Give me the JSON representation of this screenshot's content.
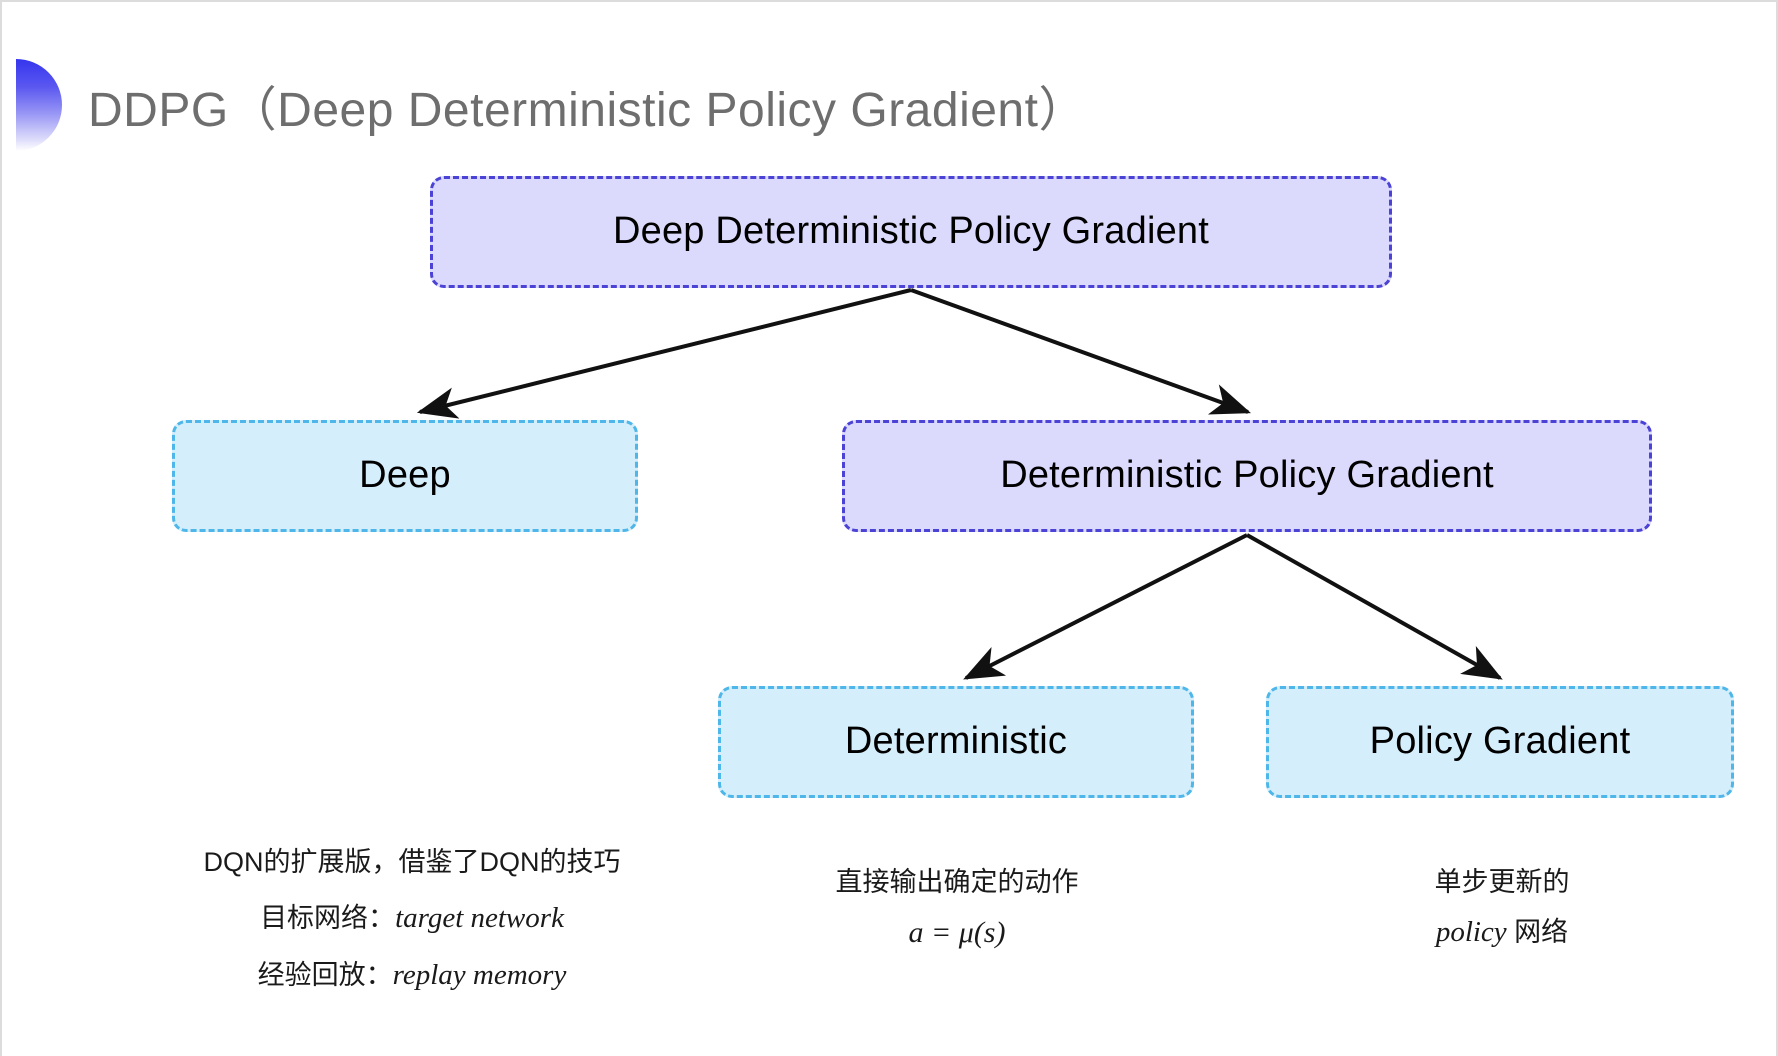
{
  "slide": {
    "title": "DDPG（Deep Deterministic Policy Gradient）",
    "decoration": {
      "name": "half-circle-gradient",
      "color_top": "#3535ee",
      "color_bottom": "#ffffff"
    },
    "background": "#ffffff",
    "title_color": "#6e6e6e"
  },
  "colors": {
    "node_purple_fill": "#dcdafc",
    "node_purple_border": "#4b42d6",
    "node_blue_fill": "#d4eefb",
    "node_blue_border": "#4eb6e8",
    "arrow": "#000000"
  },
  "diagram": {
    "type": "tree",
    "nodes": [
      {
        "id": "root",
        "label": "Deep Deterministic Policy Gradient",
        "style": "purple",
        "level": 0
      },
      {
        "id": "deep",
        "label": "Deep",
        "style": "blue",
        "level": 1
      },
      {
        "id": "dpg",
        "label": "Deterministic Policy Gradient",
        "style": "purple",
        "level": 1
      },
      {
        "id": "deterministic",
        "label": "Deterministic",
        "style": "blue",
        "level": 2
      },
      {
        "id": "policy_gradient",
        "label": "Policy Gradient",
        "style": "blue",
        "level": 2
      }
    ],
    "edges": [
      {
        "from": "root",
        "to": "deep"
      },
      {
        "from": "root",
        "to": "dpg"
      },
      {
        "from": "dpg",
        "to": "deterministic"
      },
      {
        "from": "dpg",
        "to": "policy_gradient"
      }
    ]
  },
  "annotations": {
    "left": {
      "for_node": "deep",
      "lines": [
        {
          "text": "DQN的扩展版，借鉴了DQN的技巧",
          "style": "normal"
        },
        {
          "cn": "目标网络：",
          "em": "target network"
        },
        {
          "cn": "经验回放：",
          "em": "replay memory"
        }
      ]
    },
    "middle": {
      "for_node": "deterministic",
      "line1": "直接输出确定的动作",
      "formula": "a = μ(s)"
    },
    "right": {
      "for_node": "policy_gradient",
      "line1": "单步更新的",
      "em": "policy",
      "line2_tail": " 网络"
    }
  }
}
